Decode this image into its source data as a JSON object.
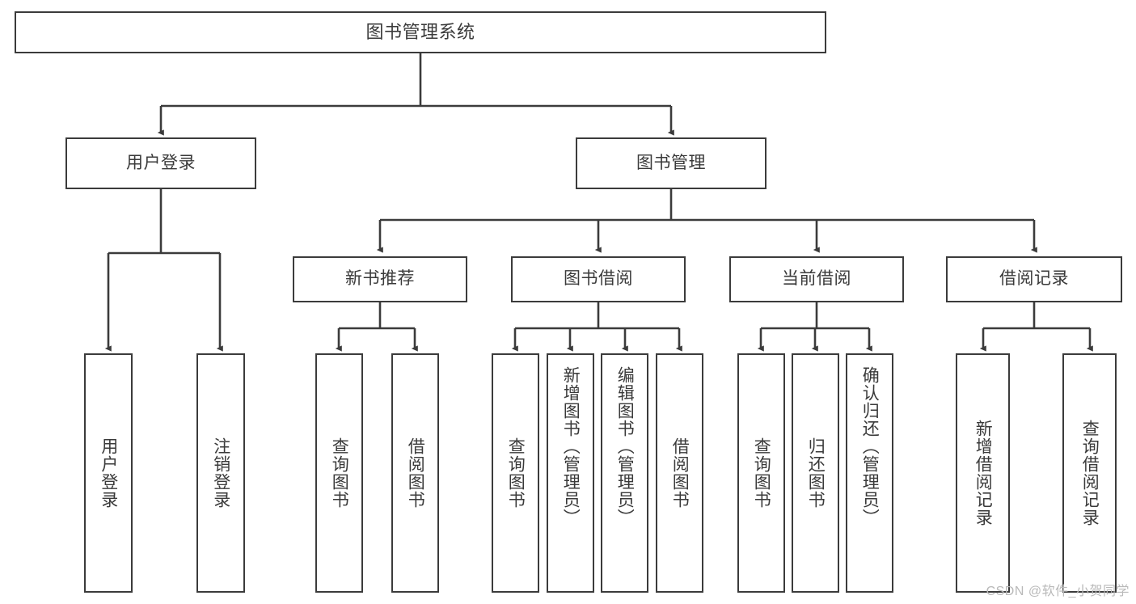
{
  "diagram": {
    "title": "图书管理系统",
    "type": "tree-hierarchy",
    "stroke_color": "#3b3b3b",
    "text_color": "#3a3a3a",
    "background_color": "#ffffff",
    "watermark": "CSDN @软件_小贺同学",
    "nodes": {
      "root": {
        "label": "图书管理系统"
      },
      "level2": [
        {
          "id": "user-login",
          "label": "用户登录"
        },
        {
          "id": "book-management",
          "label": "图书管理"
        }
      ],
      "level3": [
        {
          "id": "new-book-recommend",
          "label": "新书推荐"
        },
        {
          "id": "book-borrow",
          "label": "图书借阅"
        },
        {
          "id": "current-borrow",
          "label": "当前借阅"
        },
        {
          "id": "borrow-record",
          "label": "借阅记录"
        }
      ],
      "leaves": {
        "user_login": [
          {
            "id": "leaf-user-login",
            "label": "用户登录"
          },
          {
            "id": "leaf-user-logout",
            "label": "注销登录"
          }
        ],
        "new_book_recommend": [
          {
            "id": "leaf-query-book-1",
            "label": "查询图书"
          },
          {
            "id": "leaf-borrow-book-1",
            "label": "借阅图书"
          }
        ],
        "book_borrow": [
          {
            "id": "leaf-query-book-2",
            "label": "查询图书"
          },
          {
            "id": "leaf-add-book",
            "label": "新增图书（管理员）"
          },
          {
            "id": "leaf-edit-book",
            "label": "编辑图书（管理员）"
          },
          {
            "id": "leaf-borrow-book-2",
            "label": "借阅图书"
          }
        ],
        "current_borrow": [
          {
            "id": "leaf-query-book-3",
            "label": "查询图书"
          },
          {
            "id": "leaf-return-book",
            "label": "归还图书"
          },
          {
            "id": "leaf-confirm-return",
            "label": "确认归还（管理员）"
          }
        ],
        "borrow_record": [
          {
            "id": "leaf-add-record",
            "label": "新增借阅记录"
          },
          {
            "id": "leaf-query-record",
            "label": "查询借阅记录"
          }
        ]
      }
    }
  }
}
